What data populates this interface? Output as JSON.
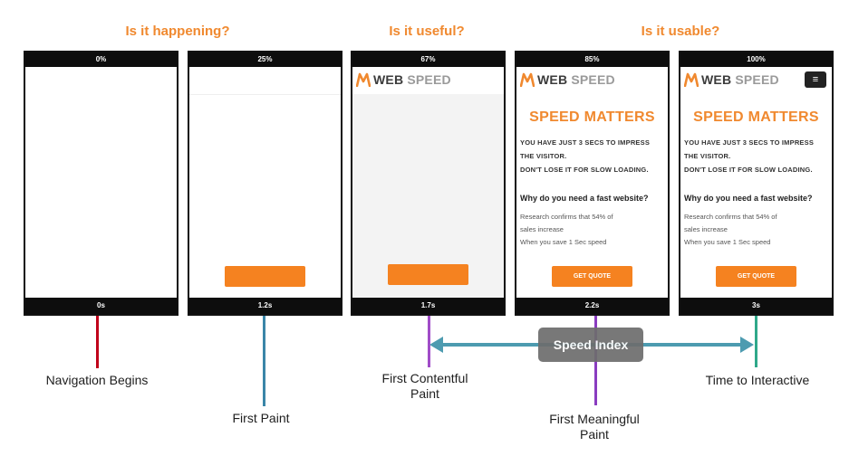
{
  "questions": {
    "happening": "Is it happening?",
    "useful": "Is it useful?",
    "usable": "Is it usable?"
  },
  "frames": [
    {
      "progress": "0%",
      "time": "0s"
    },
    {
      "progress": "25%",
      "time": "1.2s"
    },
    {
      "progress": "67%",
      "time": "1.7s"
    },
    {
      "progress": "85%",
      "time": "2.2s"
    },
    {
      "progress": "100%",
      "time": "3s"
    }
  ],
  "site": {
    "logo_word1": "WEB",
    "logo_word2": "SPEED",
    "headline": "SPEED MATTERS",
    "line1": "YOU HAVE JUST 3 SECS TO IMPRESS",
    "line2": "THE VISITOR.",
    "line3": "DON'T LOSE IT FOR SLOW LOADING.",
    "question": "Why do you need a fast website?",
    "small1": "Research confirms that 54% of",
    "small2": "sales increase",
    "small3": "When you save 1 Sec speed",
    "cta": "GET QUOTE",
    "menu_icon": "≡"
  },
  "metrics": {
    "navigation_begins": "Navigation Begins",
    "first_paint": "First Paint",
    "fcp_line1": "First Contentful",
    "fcp_line2": "Paint",
    "fmp_line1": "First Meaningful",
    "fmp_line2": "Paint",
    "tti": "Time to Interactive",
    "speed_index": "Speed Index"
  },
  "colors": {
    "accent_orange": "#f0892f",
    "cta_orange": "#f58220",
    "navigation_marker": "#c0001a",
    "first_paint_marker": "#3a86a8",
    "fcp_marker": "#a04cc8",
    "fmp_marker": "#8a3cc0",
    "tti_marker": "#2fa88a",
    "speed_index_arrow": "#4d9bb0"
  }
}
